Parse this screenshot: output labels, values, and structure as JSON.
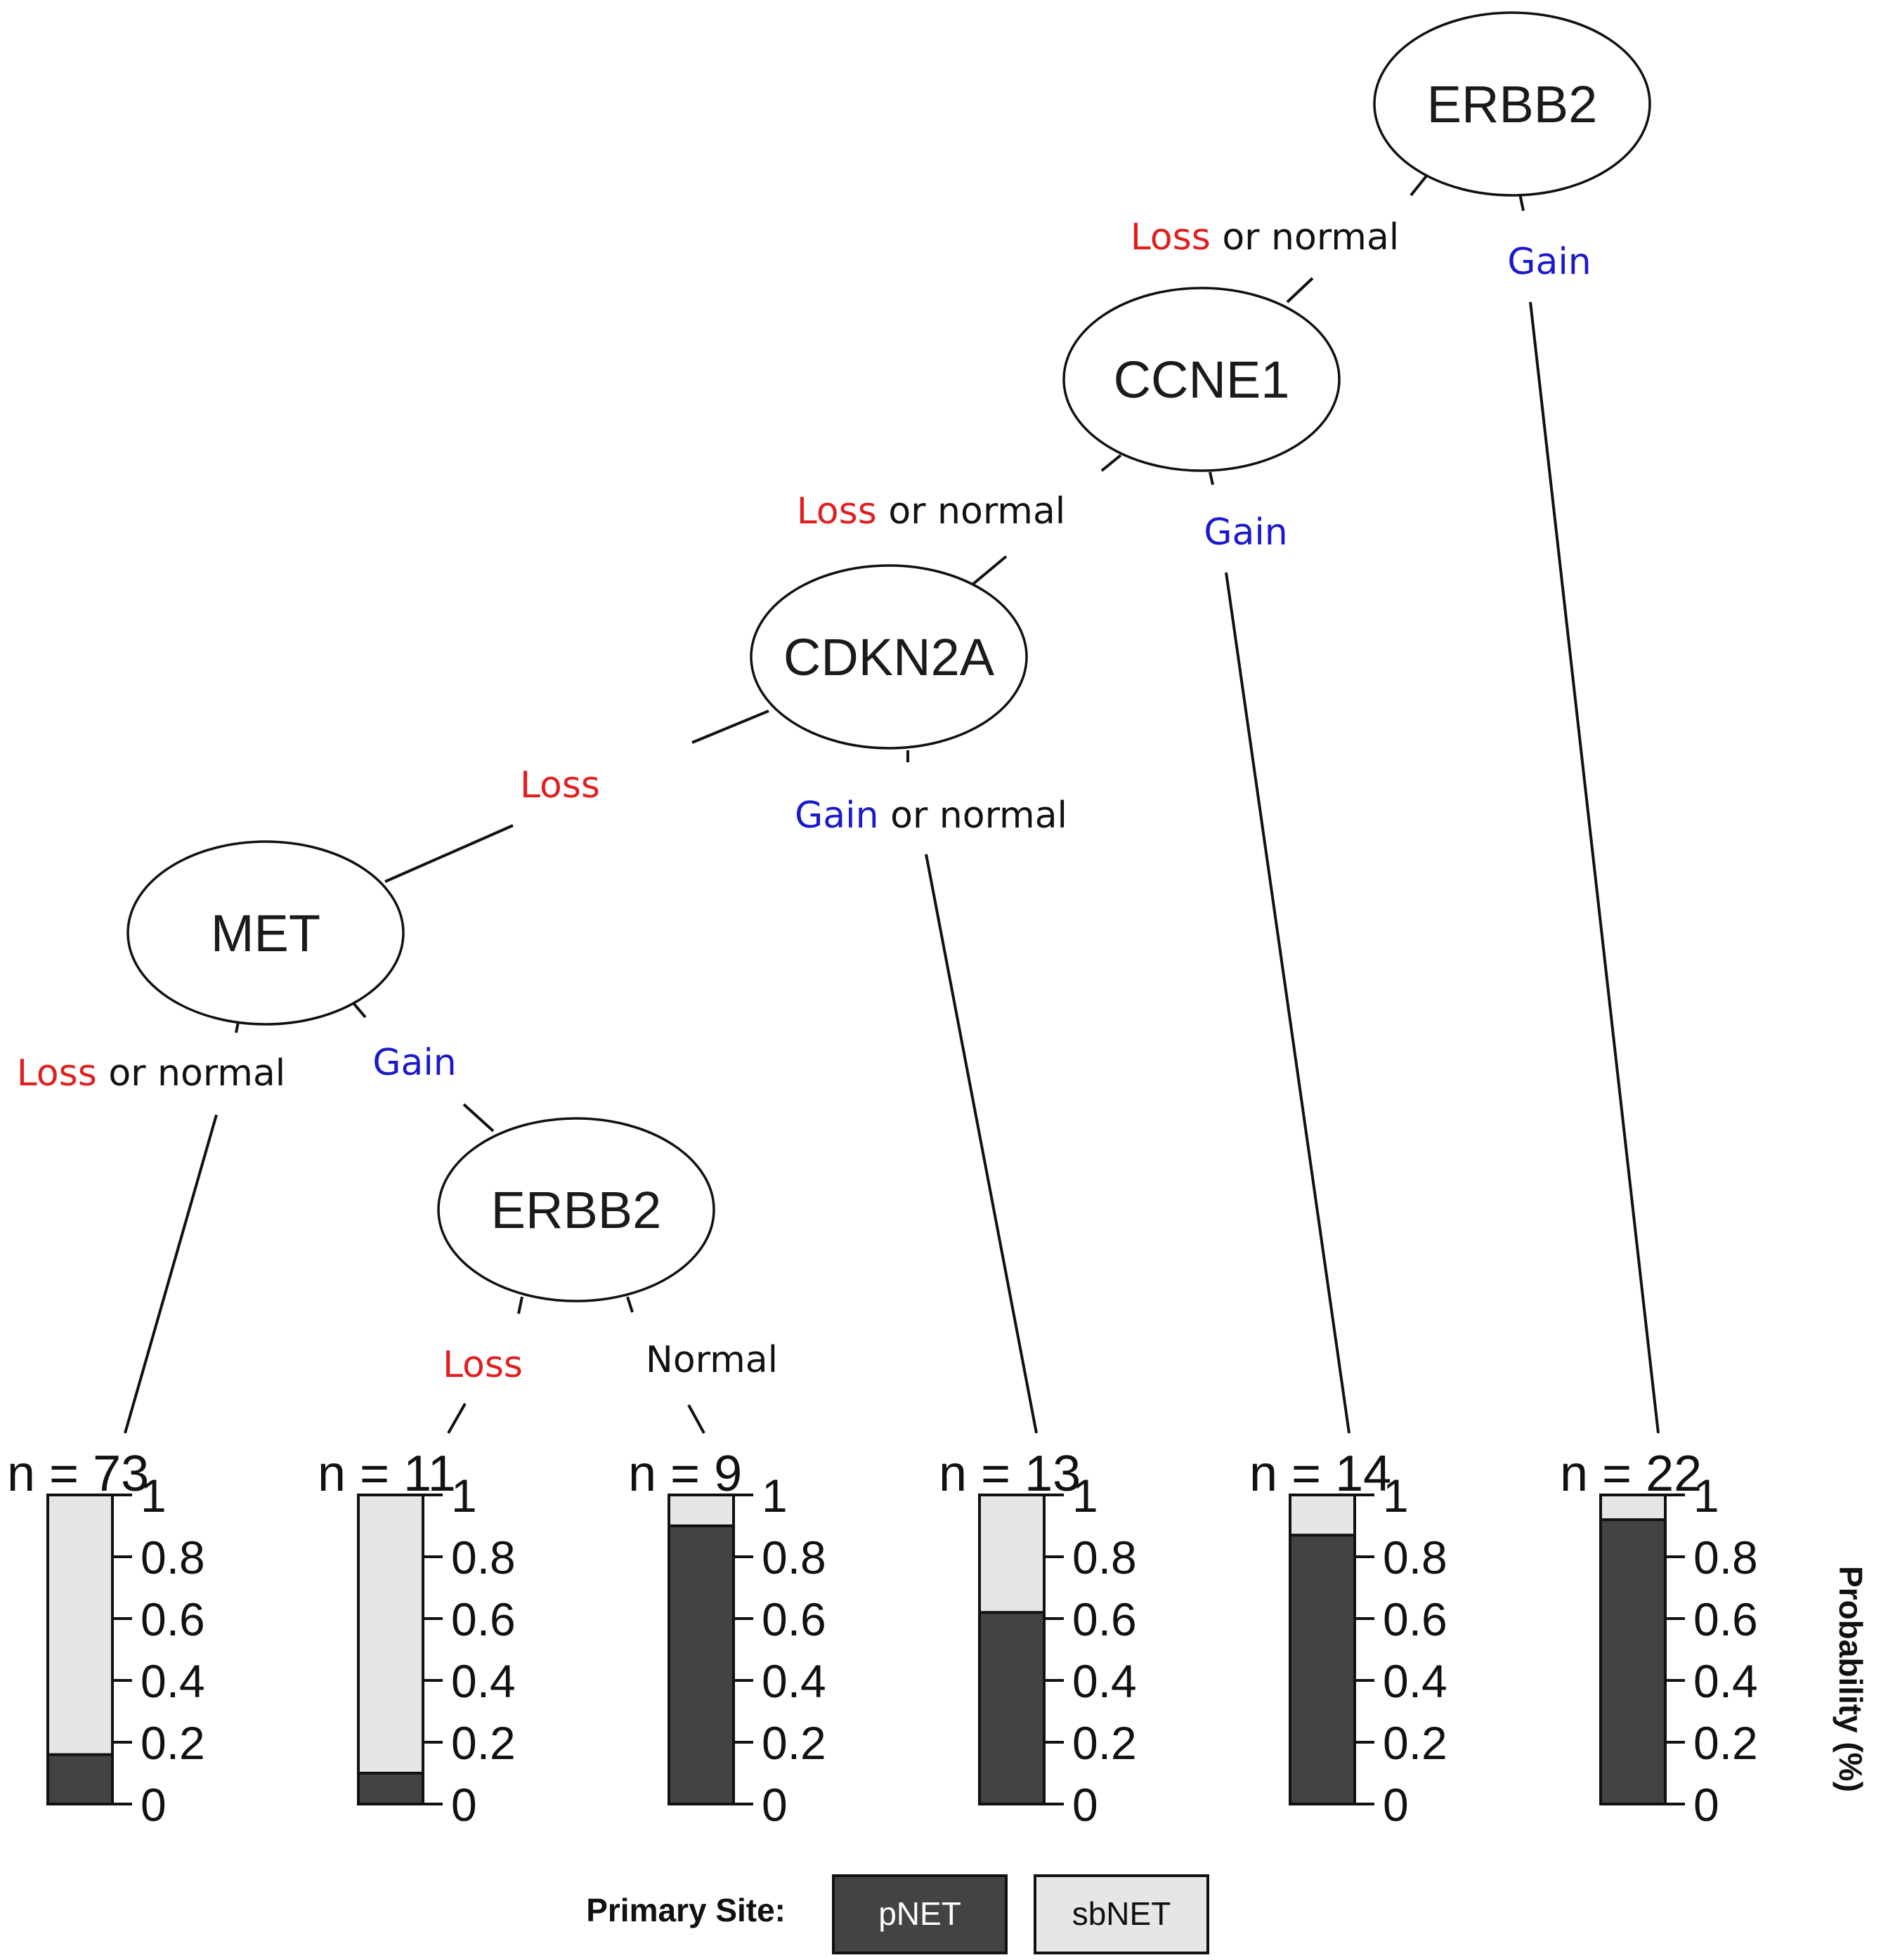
{
  "colors": {
    "loss": "#e02020",
    "gain": "#1a1acc",
    "neutral": "#111111",
    "pnet": "#434343",
    "sbnet": "#e6e6e6"
  },
  "nodes": {
    "root": "ERBB2",
    "ccne1": "CCNE1",
    "cdkn2a": "CDKN2A",
    "met": "MET",
    "erbb2_lower": "ERBB2"
  },
  "edges": {
    "root_left": {
      "colored": "Loss",
      "rest": " or normal"
    },
    "root_right": {
      "colored": "Gain",
      "rest": ""
    },
    "ccne1_left": {
      "colored": "Loss",
      "rest": " or normal"
    },
    "ccne1_right": {
      "colored": "Gain",
      "rest": ""
    },
    "cdkn2a_left": {
      "colored": "Loss",
      "rest": ""
    },
    "cdkn2a_right": {
      "colored": "Gain",
      "rest": " or normal"
    },
    "met_left": {
      "colored": "Loss",
      "rest": " or normal"
    },
    "met_right": {
      "colored": "Gain",
      "rest": ""
    },
    "erbb2_left": {
      "colored": "Loss",
      "rest": ""
    },
    "erbb2_right": {
      "colored": "",
      "rest": "Normal"
    }
  },
  "chart_data": {
    "type": "bar",
    "stacked": true,
    "ylabel": "Probability (%)",
    "ylim": [
      0,
      1
    ],
    "yticks": [
      "0",
      "0.2",
      "0.4",
      "0.6",
      "0.8",
      "1"
    ],
    "categories": [
      "n = 73",
      "n = 11",
      "n = 9",
      "n = 13",
      "n = 14",
      "n = 22"
    ],
    "series": [
      {
        "name": "pNET",
        "values": [
          0.16,
          0.1,
          0.9,
          0.62,
          0.87,
          0.92
        ]
      },
      {
        "name": "sbNET",
        "values": [
          0.84,
          0.9,
          0.1,
          0.38,
          0.13,
          0.08
        ]
      }
    ]
  },
  "legend": {
    "title": "Primary Site:",
    "items": [
      "pNET",
      "sbNET"
    ]
  }
}
